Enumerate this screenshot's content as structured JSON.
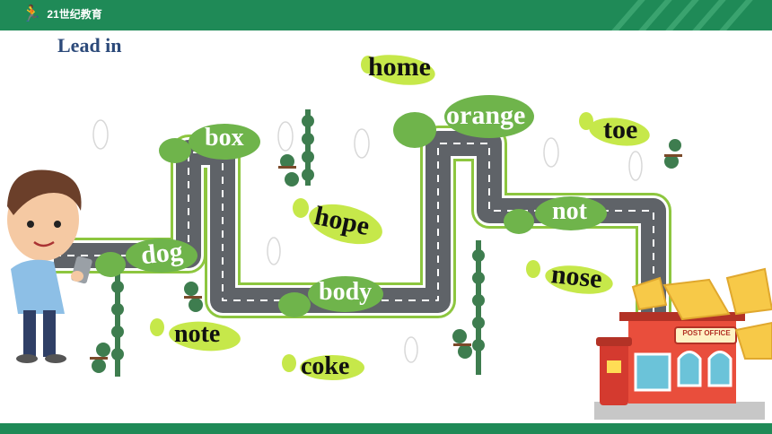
{
  "header": {
    "logo_text": "21世纪教育",
    "background_color": "#1f8a57"
  },
  "slide": {
    "title": "Lead in"
  },
  "words": {
    "home": "home",
    "orange": "orange",
    "box": "box",
    "toe": "toe",
    "hope": "hope",
    "not": "not",
    "dog": "dog",
    "nose": "nose",
    "body": "body",
    "note": "note",
    "coke": "coke"
  },
  "building": {
    "sign": "POST OFFICE"
  },
  "colors": {
    "road": "#5f6368",
    "road_edge": "#8dc63f",
    "footprint_green": "#6fb44b",
    "highlight": "#c6e84a",
    "title_blue": "#2c4a7a"
  }
}
